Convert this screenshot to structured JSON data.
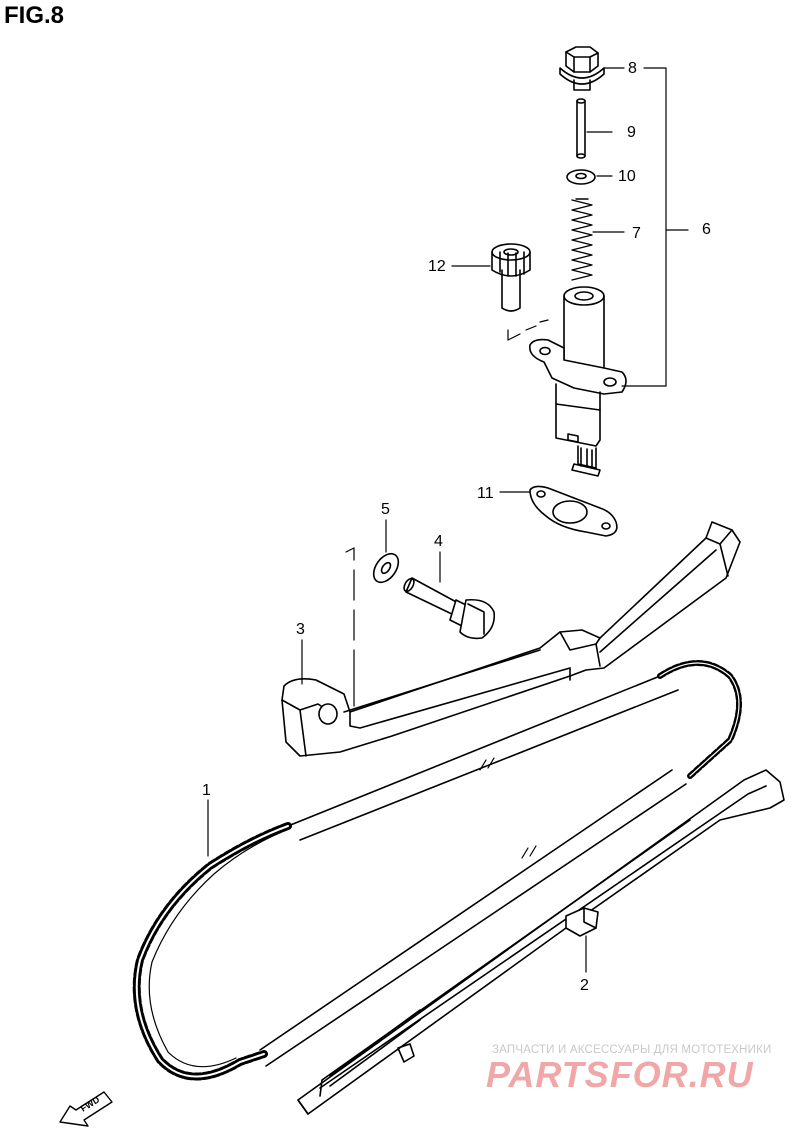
{
  "figure": {
    "title": "FIG.8"
  },
  "callouts": [
    {
      "id": "8",
      "label": "8"
    },
    {
      "id": "9",
      "label": "9"
    },
    {
      "id": "10",
      "label": "10"
    },
    {
      "id": "7",
      "label": "7"
    },
    {
      "id": "6",
      "label": "6"
    },
    {
      "id": "12",
      "label": "12"
    },
    {
      "id": "11",
      "label": "11"
    },
    {
      "id": "5",
      "label": "5"
    },
    {
      "id": "4",
      "label": "4"
    },
    {
      "id": "3",
      "label": "3"
    },
    {
      "id": "1",
      "label": "1"
    },
    {
      "id": "2",
      "label": "2"
    }
  ],
  "fwd_marker": {
    "label": "FWD"
  },
  "watermark": {
    "subtitle": "ЗАПЧАСТИ И АКСЕССУАРЫ ДЛЯ МОТОТЕХНИКИ",
    "logo": "PARTSFOR.RU"
  }
}
